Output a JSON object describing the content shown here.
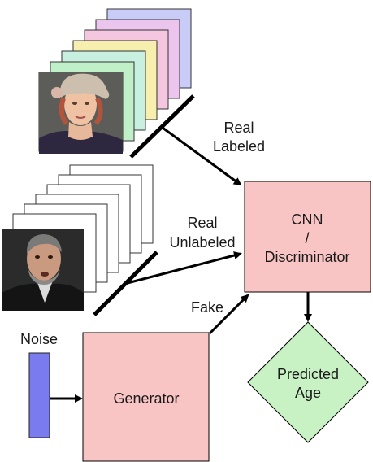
{
  "labels": {
    "real_labeled_1": "Real",
    "real_labeled_2": "Labeled",
    "real_unlabeled_1": "Real",
    "real_unlabeled_2": "Unlabeled",
    "fake": "Fake",
    "noise": "Noise",
    "cnn_1": "CNN",
    "cnn_2": "/",
    "cnn_3": "Discriminator",
    "generator": "Generator",
    "predicted_1": "Predicted",
    "predicted_2": "Age"
  },
  "colors": {
    "box_fill": "#f9c4c4",
    "diamond_fill": "#c9f2c4",
    "noise_fill": "#7b7bf0",
    "stack_colors": [
      "#c9ccf7",
      "#ecc5ee",
      "#f5c6e0",
      "#f7efad",
      "#c8f0e0",
      "#bff0c8",
      "#c9f7b0"
    ]
  },
  "icons": {
    "labeled_photo": "woman-in-cloche-hat-photo",
    "unlabeled_photo": "man-portrait-photo"
  }
}
